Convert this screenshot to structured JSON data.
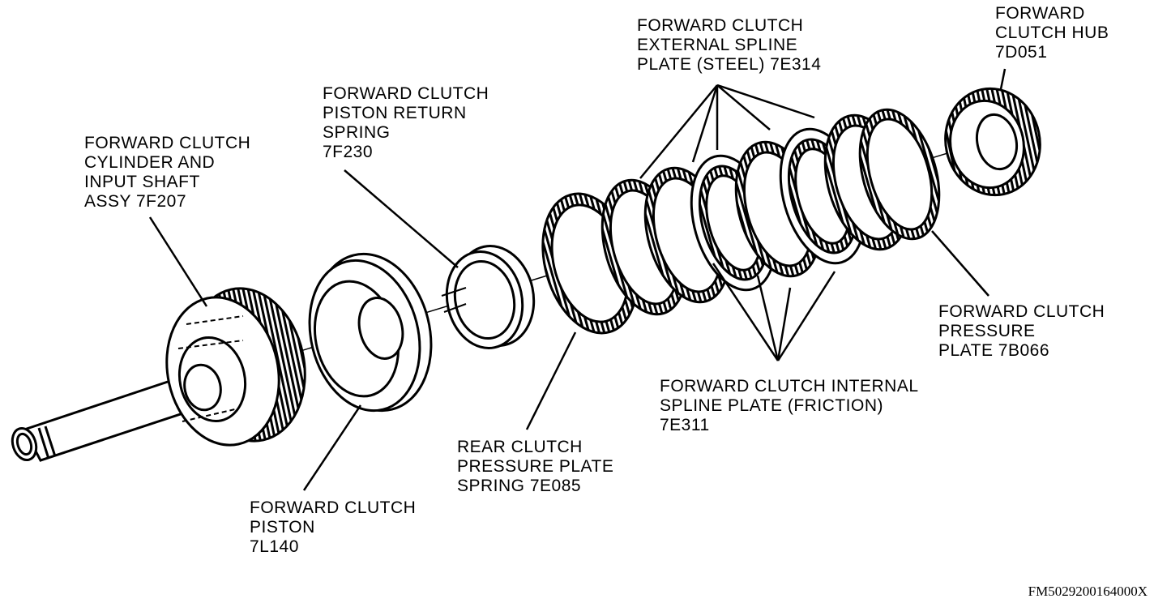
{
  "labels": {
    "cylinder": [
      "FORWARD CLUTCH",
      "CYLINDER AND",
      "INPUT SHAFT",
      "ASSY 7F207"
    ],
    "return_spring": [
      "FORWARD CLUTCH",
      "PISTON RETURN",
      "SPRING",
      "7F230"
    ],
    "external_plate": [
      "FORWARD CLUTCH",
      "EXTERNAL SPLINE",
      "PLATE (STEEL) 7E314"
    ],
    "hub": [
      "FORWARD",
      "CLUTCH HUB",
      "7D051"
    ],
    "pressure_plate": [
      "FORWARD CLUTCH",
      "PRESSURE",
      "PLATE 7B066"
    ],
    "internal_plate": [
      "FORWARD CLUTCH INTERNAL",
      "SPLINE PLATE (FRICTION)",
      "7E311"
    ],
    "rear_spring": [
      "REAR CLUTCH",
      "PRESSURE PLATE",
      "SPRING 7E085"
    ],
    "piston": [
      "FORWARD CLUTCH",
      "PISTON",
      "7L140"
    ]
  },
  "figure_id": "FM5029200164000X"
}
